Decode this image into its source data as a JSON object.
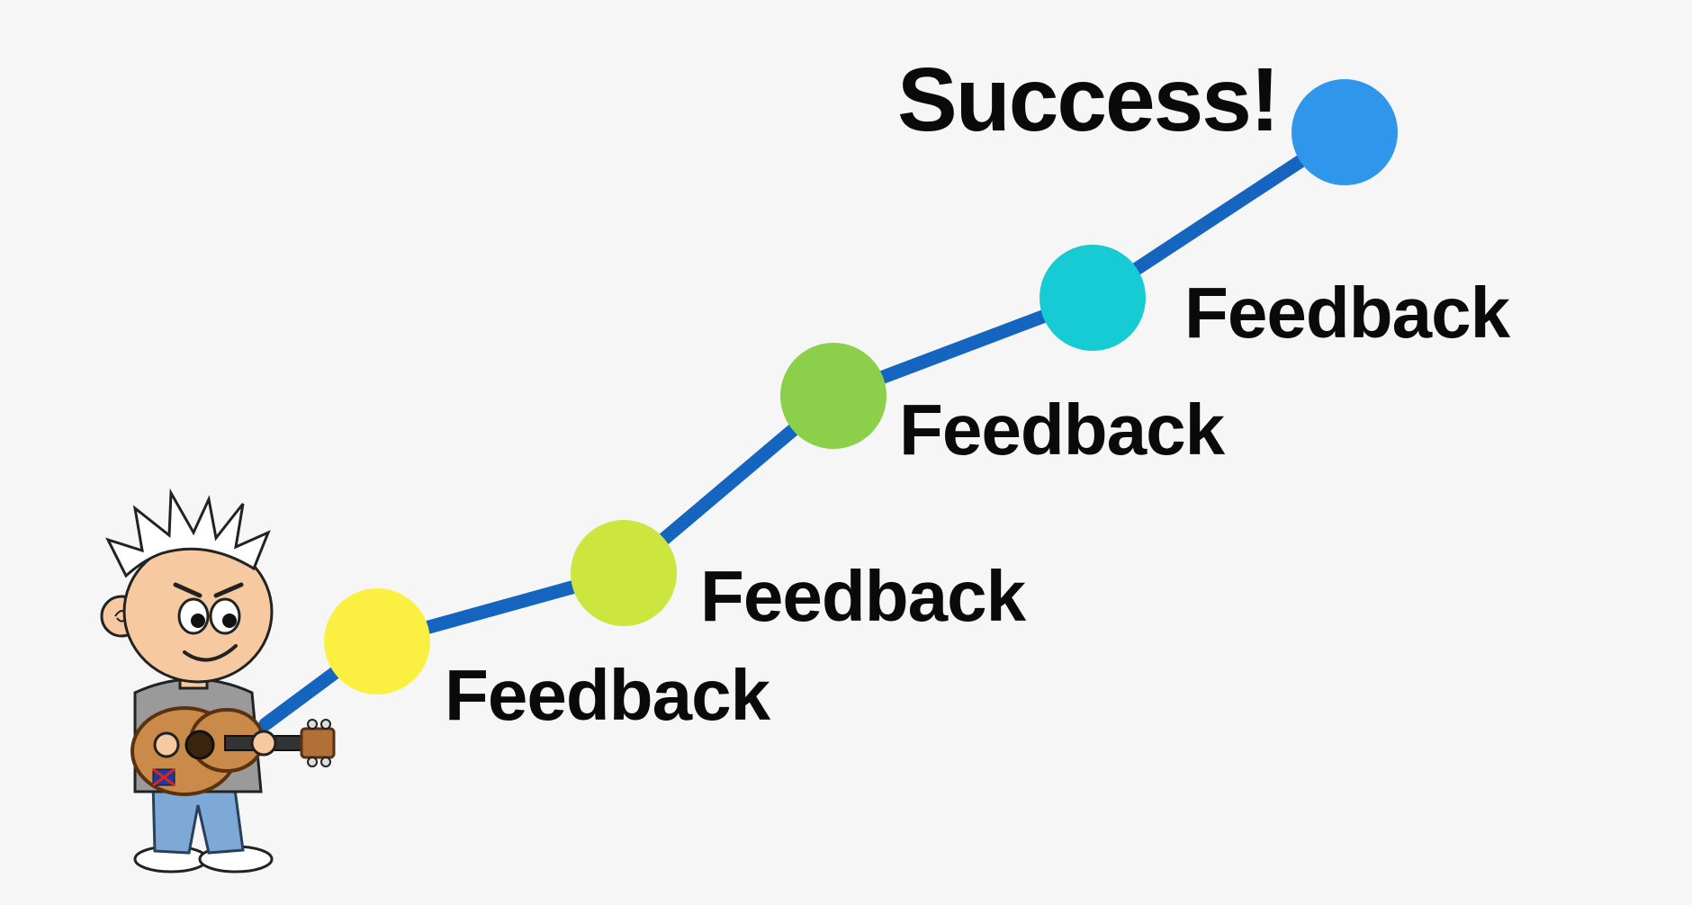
{
  "diagram": {
    "path_color": "#1565c0",
    "steps": [
      {
        "label": "Feedback",
        "color": "#fbf042"
      },
      {
        "label": "Feedback",
        "color": "#cde53f"
      },
      {
        "label": "Feedback",
        "color": "#8bcf4a"
      },
      {
        "label": "Feedback",
        "color": "#17cbd4"
      },
      {
        "label": "Success!",
        "color": "#2f96ec"
      }
    ],
    "character": {
      "description_icon": "cartoon-boy-with-guitar-icon",
      "hair_color": "#ffffff",
      "skin_color": "#f6c9a0",
      "shirt_color": "#9a9a9a",
      "jeans_color": "#7ea9d6",
      "guitar_color": "#c98a4a"
    }
  }
}
